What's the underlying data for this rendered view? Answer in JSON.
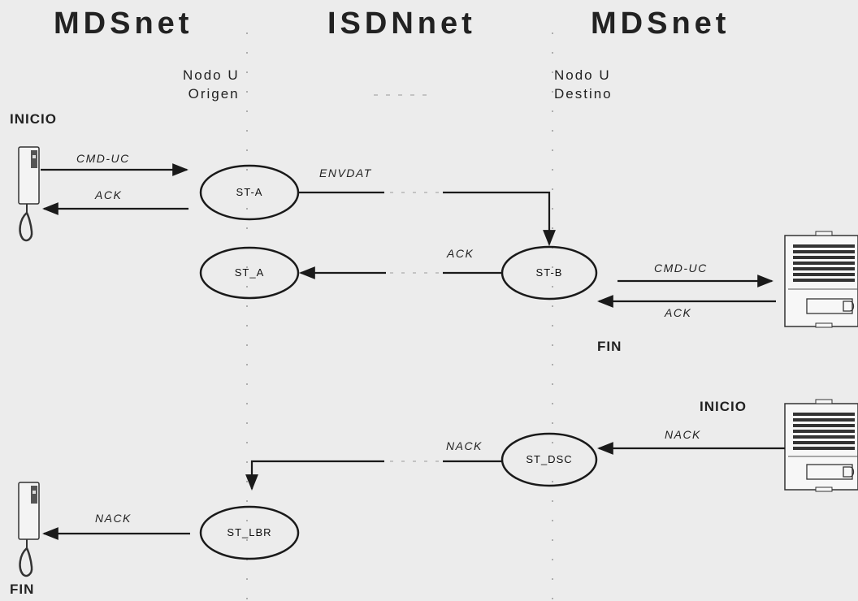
{
  "networks": {
    "left": "MDSnet",
    "middle": "ISDNnet",
    "right": "MDSnet"
  },
  "nodes": {
    "origin_line1": "Nodo U",
    "origin_line2": "Origen",
    "destination_line1": "Nodo U",
    "destination_line2": "Destino"
  },
  "events": {
    "start_top": "INICIO",
    "end_top": "FIN",
    "start_bottom": "INICIO",
    "end_bottom": "FIN"
  },
  "states": {
    "st_a_1": "ST-A",
    "st_a_2": "ST_A",
    "st_b": "ST-B",
    "st_dsc": "ST_DSC",
    "st_lbr": "ST_LBR"
  },
  "messages": {
    "cmd_uc_left": "CMD-UC",
    "ack_left": "ACK",
    "envdat": "ENVDAT",
    "ack_middle": "ACK",
    "cmd_uc_right": "CMD-UC",
    "ack_right": "ACK",
    "nack_right": "NACK",
    "nack_middle": "NACK",
    "nack_left": "NACK"
  },
  "colors": {
    "line": "#1a1a1a",
    "background": "#ececec",
    "dotted": "#9a9a9a"
  },
  "icons": {
    "handset": "phone-handset-icon",
    "panel": "intercom-panel-icon"
  }
}
